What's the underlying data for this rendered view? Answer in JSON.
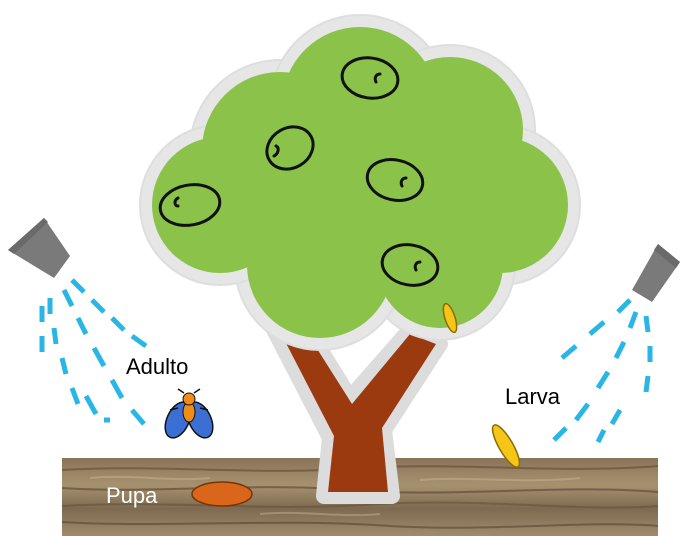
{
  "labels": {
    "adult": "Adulto",
    "larva": "Larva",
    "pupa": "Pupa"
  },
  "colors": {
    "canopy": "#8bc34a",
    "canopy_outline": "#e6e6e6",
    "trunk": "#9a3a0e",
    "soil_light": "#a08b70",
    "soil_dark": "#5a4733",
    "spray": "#29b6e6",
    "nozzle": "#7a7a7a",
    "larva": "#f5c518",
    "pupa": "#d9661a",
    "fly_wing": "#3b6fd4",
    "fly_body": "#f08c1a"
  },
  "icons": [
    "left-sprayer-icon",
    "right-sprayer-icon",
    "fruit-fly-icon",
    "larva-icon",
    "pupa-icon",
    "olive-fruit-icon"
  ]
}
